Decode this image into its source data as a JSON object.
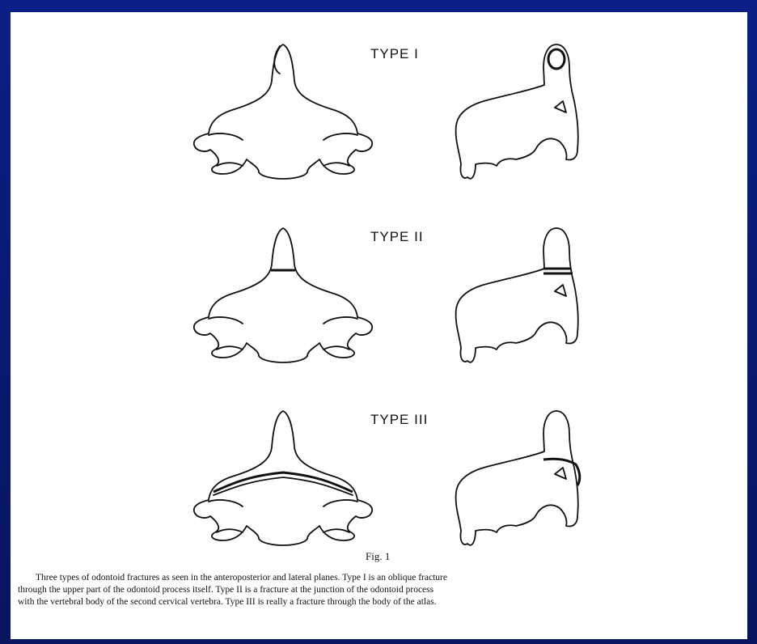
{
  "figure": {
    "labels": [
      "TYPE I",
      "TYPE II",
      "TYPE III"
    ],
    "fig_label": "Fig. 1",
    "caption_lines": [
      "Three types of odontoid fractures as seen in the anteroposterior and lateral planes. Type I is an oblique fracture",
      "through the upper part of the odontoid process itself. Type II is a fracture at the junction of the odontoid process",
      "with the vertebral body of the second cervical vertebra. Type III is really a fracture through the body of the atlas."
    ]
  }
}
